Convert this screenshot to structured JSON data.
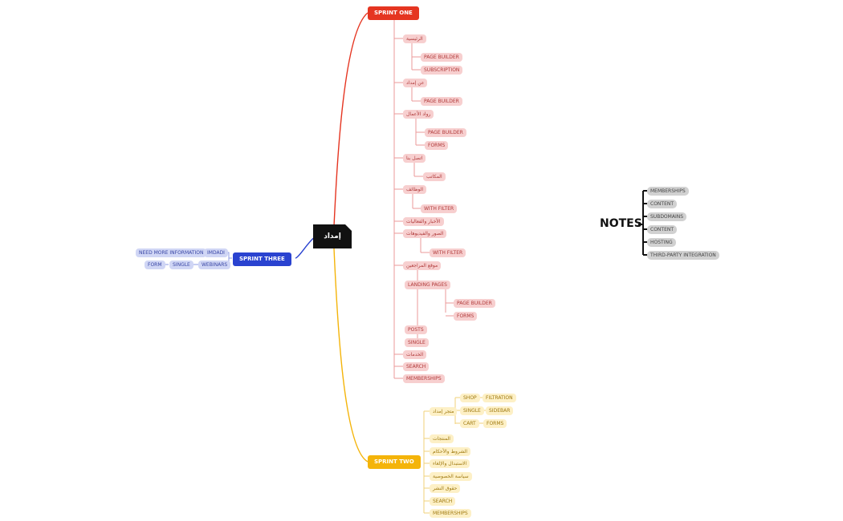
{
  "root": {
    "label": "إمداد"
  },
  "colors": {
    "sprint_one": "#e53521",
    "sprint_two": "#f4b40a",
    "sprint_three": "#2a43d0",
    "notes": "#111111"
  },
  "sprint_one": {
    "label": "SPRINT ONE",
    "items": [
      {
        "label": "الرئيسية",
        "children": [
          {
            "label": "PAGE BUILDER"
          },
          {
            "label": "SUBSCRIPTION"
          }
        ]
      },
      {
        "label": "عن إمداد",
        "children": [
          {
            "label": "PAGE BUILDER"
          }
        ]
      },
      {
        "label": "رواد الأعمال",
        "children": [
          {
            "label": "PAGE BUILDER"
          },
          {
            "label": "FORMS"
          }
        ]
      },
      {
        "label": "اتصل بنا",
        "children": [
          {
            "label": "المكاتب"
          }
        ]
      },
      {
        "label": "الوظائف",
        "children": [
          {
            "label": "WITH FILTER"
          }
        ]
      },
      {
        "label": "الأخبار والفعاليات",
        "children": []
      },
      {
        "label": "الصور والفيديوهات",
        "children": [
          {
            "label": "WITH FILTER"
          }
        ]
      },
      {
        "label": "موقع المراجعين",
        "children": [
          {
            "label": "LANDING PAGES",
            "children": [
              {
                "label": "PAGE BUILDER"
              },
              {
                "label": "FORMS"
              }
            ]
          },
          {
            "label": "POSTS"
          },
          {
            "label": "SINGLE"
          }
        ]
      },
      {
        "label": "الخدمات",
        "children": []
      },
      {
        "label": "SEARCH",
        "children": []
      },
      {
        "label": "MEMBERSHIPS",
        "children": []
      }
    ]
  },
  "sprint_two": {
    "label": "SPRINT TWO",
    "items": [
      {
        "label": "متجر إمداد",
        "children": [
          {
            "label": "SHOP",
            "children": [
              {
                "label": "FILTRATION"
              }
            ]
          },
          {
            "label": "SINGLE",
            "children": [
              {
                "label": "SIDEBAR"
              }
            ]
          },
          {
            "label": "CART",
            "children": [
              {
                "label": "FORMS"
              }
            ]
          }
        ]
      },
      {
        "label": "المنتجات"
      },
      {
        "label": "الشروط والأحكام"
      },
      {
        "label": "الاستبدال والإلغاء"
      },
      {
        "label": "سياسة الخصوصية"
      },
      {
        "label": "حقوق النشر"
      },
      {
        "label": "SEARCH"
      },
      {
        "label": "MEMBERSHIPS"
      }
    ]
  },
  "sprint_three": {
    "label": "SPRINT THREE",
    "items": [
      {
        "label": "IMDADI",
        "children": [
          {
            "label": "NEED MORE INFORMATION"
          }
        ]
      },
      {
        "label": "WEBINARS",
        "children": [
          {
            "label": "SINGLE",
            "children": [
              {
                "label": "FORM"
              }
            ]
          }
        ]
      }
    ]
  },
  "notes": {
    "title": "NOTES",
    "items": [
      "MEMBERSHIPS",
      "CONTENT",
      "SUBDOMAINS",
      "CONTENT",
      "HOSTING",
      "THIRD-PARTY INTEGRATION"
    ]
  }
}
